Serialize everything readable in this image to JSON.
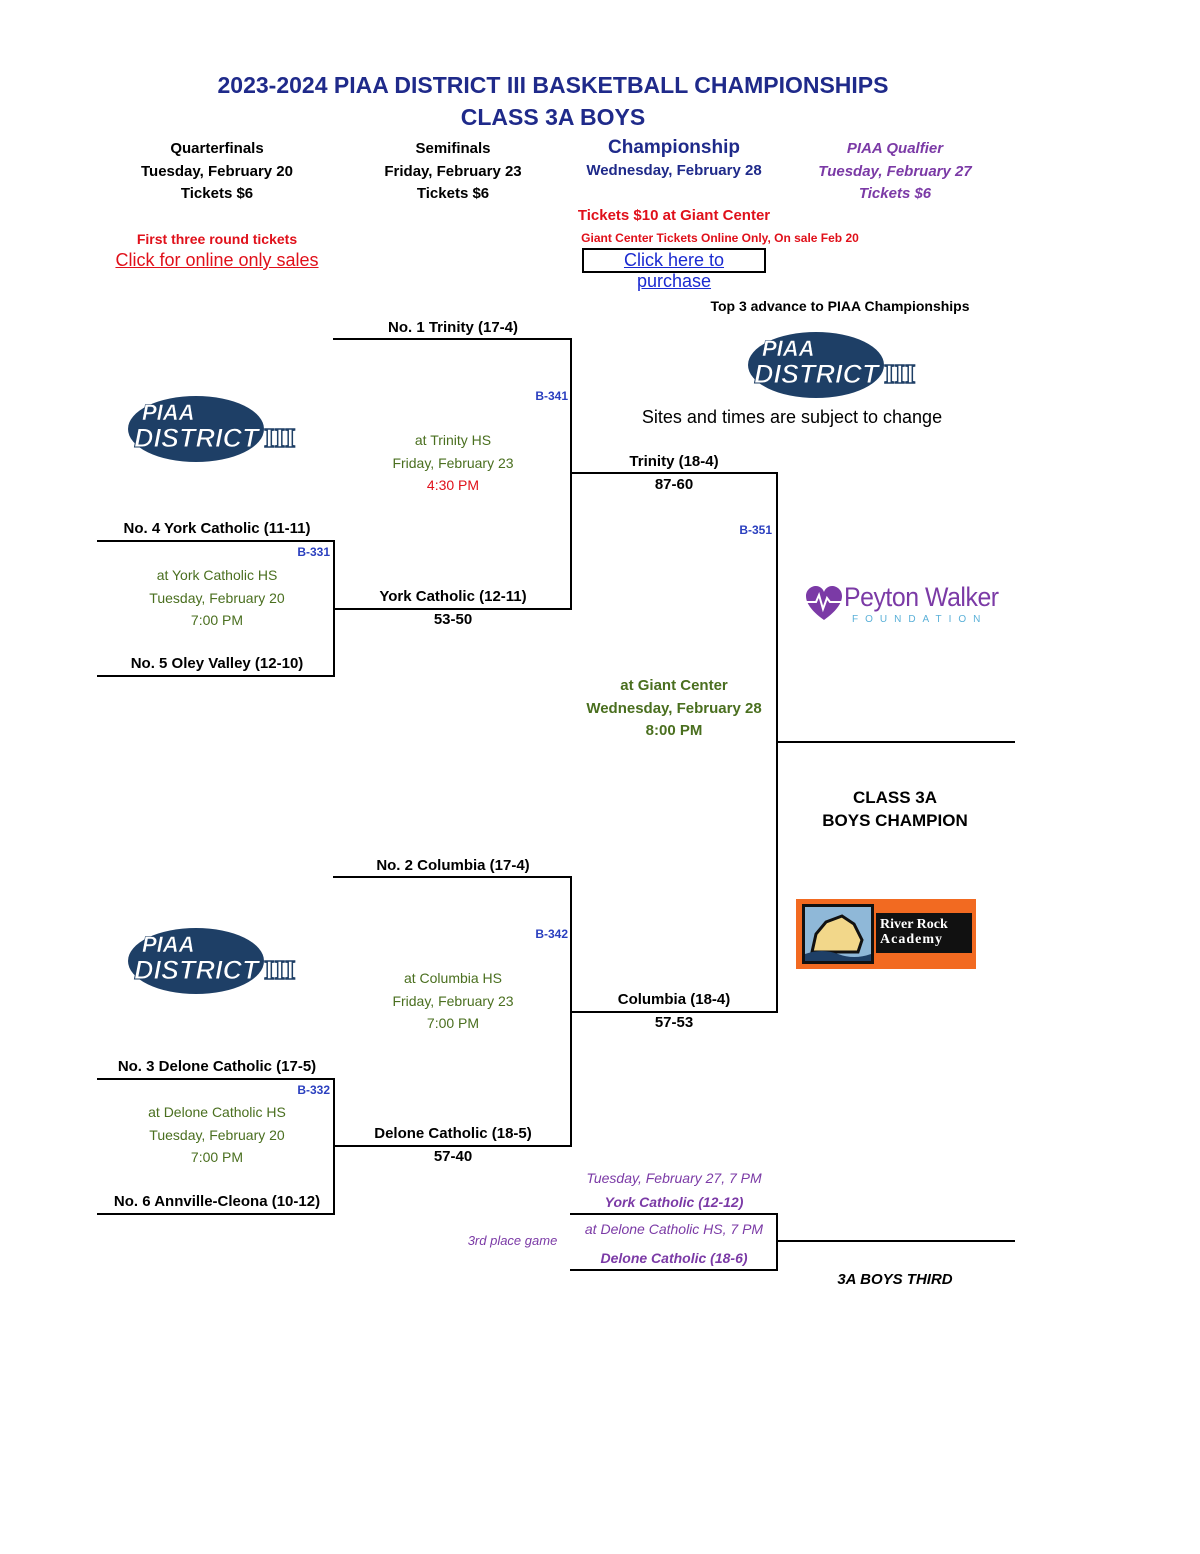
{
  "title_line1": "2023-2024 PIAA DISTRICT III BASKETBALL CHAMPIONSHIPS",
  "title_line2": "CLASS 3A BOYS",
  "rounds": {
    "quarterfinals": {
      "name": "Quarterfinals",
      "date": "Tuesday, February 20",
      "tickets": "Tickets $6"
    },
    "semifinals": {
      "name": "Semifinals",
      "date": "Friday, February 23",
      "tickets": "Tickets $6"
    },
    "championship": {
      "name": "Championship",
      "date": "Wednesday, February 28",
      "tickets": "Tickets $10 at Giant Center",
      "online_note": "Giant Center Tickets Online Only, On sale Feb 20",
      "link": "Click here to purchase"
    },
    "qualifier": {
      "name": "PIAA Qualfier",
      "date": "Tuesday, February 27",
      "tickets": "Tickets $6"
    }
  },
  "first_round_tickets": "First three round tickets",
  "first_round_link": "Click for online only sales",
  "advance_note": "Top 3 advance to PIAA Championships",
  "sites_note": "Sites and times are subject to change",
  "logo": {
    "piaa": "PIAA",
    "district": "DISTRICT",
    "numeral": "III"
  },
  "sponsors": {
    "peyton_name": "Peyton Walker",
    "peyton_sub": "FOUNDATION",
    "river_rock_line1": "River Rock",
    "river_rock_line2": "Academy"
  },
  "colors": {
    "navy": "#1f2a8a",
    "red": "#e0101a",
    "green": "#4a6f1f",
    "purple": "#7b3aa6",
    "orange": "#f26a21"
  },
  "quarterfinals": [
    {
      "code": "B-331",
      "top": "No. 4 York Catholic (11-11)",
      "bottom": "No. 5 Oley Valley (12-10)",
      "site": "at York Catholic HS",
      "date": "Tuesday, February 20",
      "time": "7:00 PM"
    },
    {
      "code": "B-332",
      "top": "No. 3 Delone Catholic (17-5)",
      "bottom": "No. 6 Annville-Cleona (10-12)",
      "site": "at Delone Catholic HS",
      "date": "Tuesday, February 20",
      "time": "7:00 PM"
    }
  ],
  "semifinals": [
    {
      "code": "B-341",
      "top": "No. 1 Trinity (17-4)",
      "bottom": "York Catholic (12-11)",
      "bottom_score": "53-50",
      "site": "at Trinity HS",
      "date": "Friday, February 23",
      "time": "4:30 PM"
    },
    {
      "code": "B-342",
      "top": "No. 2 Columbia (17-4)",
      "bottom": "Delone Catholic (18-5)",
      "bottom_score": "57-40",
      "site": "at Columbia HS",
      "date": "Friday, February 23",
      "time": "7:00 PM"
    }
  ],
  "final": {
    "code": "B-351",
    "top": "Trinity (18-4)",
    "top_score": "87-60",
    "bottom": "Columbia (18-4)",
    "bottom_score": "57-53",
    "site": "at Giant Center",
    "date": "Wednesday, February 28",
    "time": "8:00 PM",
    "champion_line1": "CLASS 3A",
    "champion_line2": "BOYS CHAMPION"
  },
  "third_place": {
    "datetime": "Tuesday, February 27, 7 PM",
    "top": "York Catholic (12-12)",
    "site": "at Delone Catholic HS, 7 PM",
    "bottom": "Delone Catholic (18-6)",
    "label": "3rd place game",
    "result_label": "3A BOYS THIRD"
  }
}
